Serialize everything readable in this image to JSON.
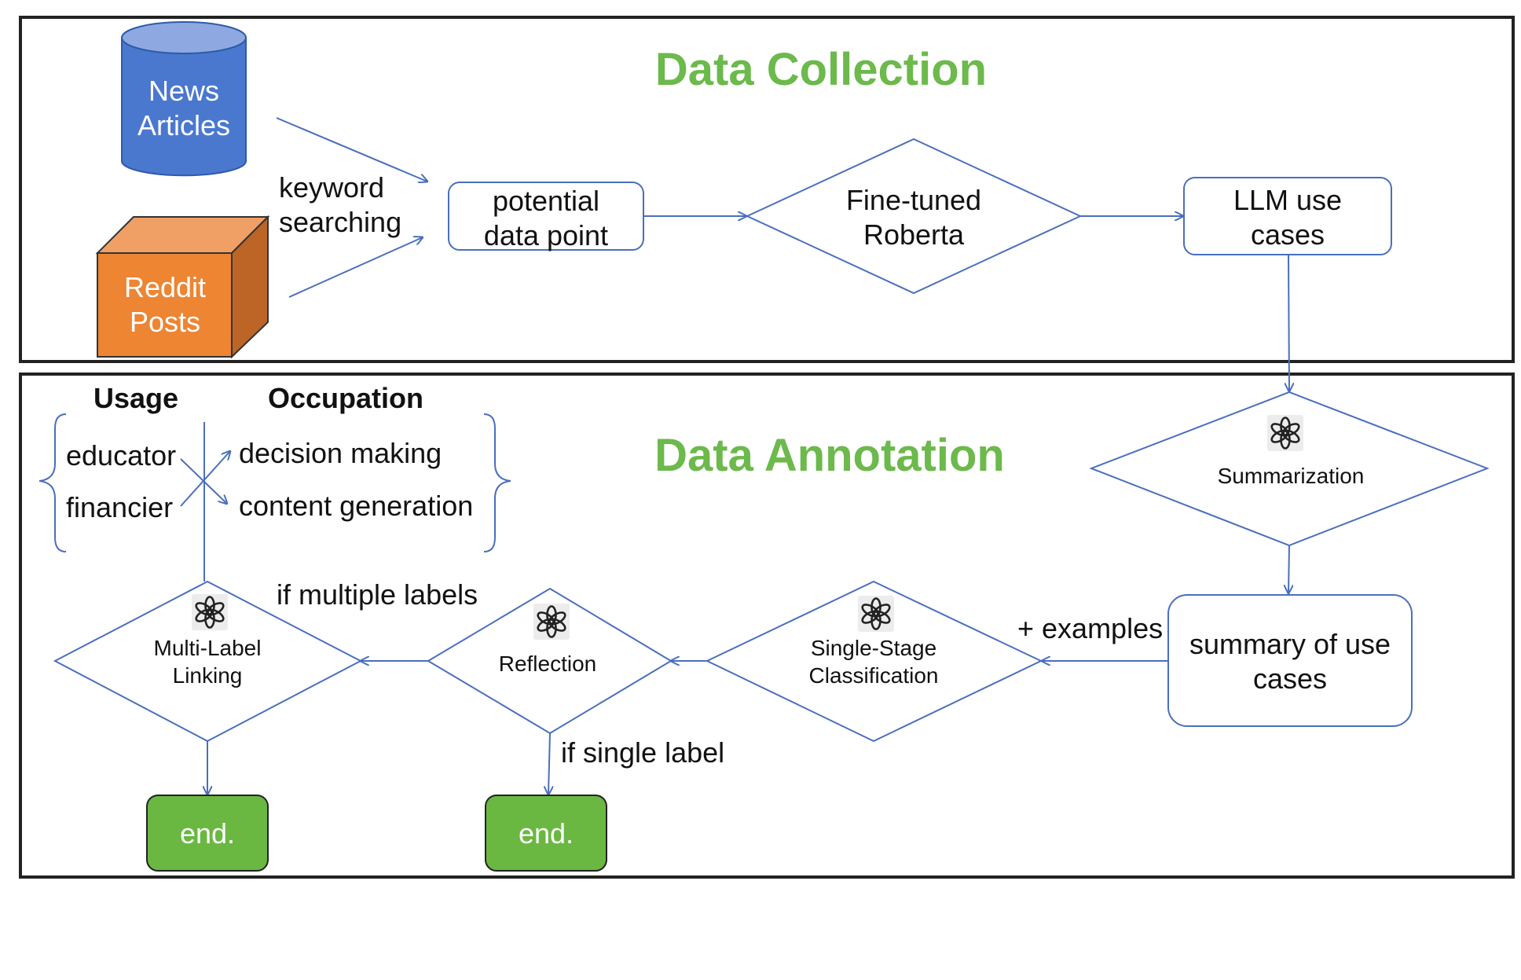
{
  "sections": {
    "collection_title": "Data Collection",
    "annotation_title": "Data Annotation"
  },
  "collection": {
    "news_source": [
      "News",
      "Articles"
    ],
    "reddit_source": [
      "Reddit",
      "Posts"
    ],
    "keyword_label": [
      "keyword",
      "searching"
    ],
    "potential_box": [
      "potential",
      "data point"
    ],
    "roberta_diamond": [
      "Fine-tuned",
      "Roberta"
    ],
    "llm_box": [
      "LLM use",
      "cases"
    ]
  },
  "annotation": {
    "summarization": "Summarization",
    "summary_box": [
      "summary of use",
      "cases"
    ],
    "examples_label": "+ examples",
    "single_stage": [
      "Single-Stage",
      "Classification"
    ],
    "reflection": "Reflection",
    "multi_label": [
      "Multi-Label",
      "Linking"
    ],
    "if_multiple": "if multiple labels",
    "if_single": "if single label",
    "end_label": "end.",
    "taxonomy": {
      "usage_header": "Usage",
      "occupation_header": "Occupation",
      "usage_items": [
        "educator",
        "financier"
      ],
      "occupation_items": [
        "decision making",
        "content generation"
      ]
    }
  },
  "colors": {
    "title_green": "#6cb94c",
    "flow_blue": "#4a6fbd",
    "cylinder_blue": "#4a78cf",
    "cube_orange": "#ed8533",
    "end_green": "#6ab842"
  },
  "icons": {
    "llm_icon": "openai-logo-icon"
  }
}
